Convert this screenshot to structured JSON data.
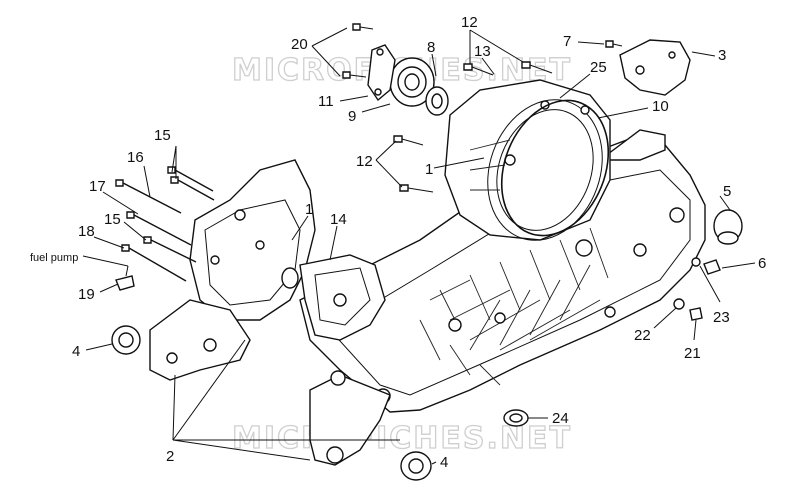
{
  "watermark": {
    "text": "MICROFICHES.NET"
  },
  "callouts": [
    {
      "id": "c20",
      "label": "20"
    },
    {
      "id": "c8",
      "label": "8"
    },
    {
      "id": "c12a",
      "label": "12"
    },
    {
      "id": "c13",
      "label": "13"
    },
    {
      "id": "c7",
      "label": "7"
    },
    {
      "id": "c3",
      "label": "3"
    },
    {
      "id": "c25",
      "label": "25"
    },
    {
      "id": "c11",
      "label": "11"
    },
    {
      "id": "c9",
      "label": "9"
    },
    {
      "id": "c10",
      "label": "10"
    },
    {
      "id": "c15a",
      "label": "15"
    },
    {
      "id": "c16",
      "label": "16"
    },
    {
      "id": "c12b",
      "label": "12"
    },
    {
      "id": "c1a",
      "label": "1"
    },
    {
      "id": "c17",
      "label": "17"
    },
    {
      "id": "c1b",
      "label": "1"
    },
    {
      "id": "c14",
      "label": "14"
    },
    {
      "id": "c15b",
      "label": "15"
    },
    {
      "id": "c18",
      "label": "18"
    },
    {
      "id": "c19",
      "label": "19"
    },
    {
      "id": "c5",
      "label": "5"
    },
    {
      "id": "c6",
      "label": "6"
    },
    {
      "id": "c23",
      "label": "23"
    },
    {
      "id": "c22",
      "label": "22"
    },
    {
      "id": "c21",
      "label": "21"
    },
    {
      "id": "c4a",
      "label": "4"
    },
    {
      "id": "c24",
      "label": "24"
    },
    {
      "id": "c2",
      "label": "2"
    },
    {
      "id": "c4b",
      "label": "4"
    }
  ],
  "annotations": {
    "fuel_pump": "fuel pump"
  }
}
